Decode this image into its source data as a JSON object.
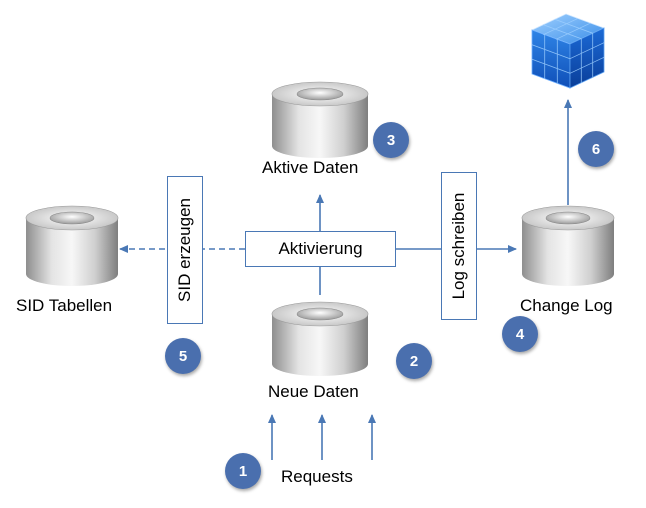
{
  "stores": {
    "sid_tables": "SID Tabellen",
    "active_data": "Aktive Daten",
    "new_data": "Neue Daten",
    "change_log": "Change Log"
  },
  "process": {
    "activation": "Aktivierung",
    "sid_generate": "SID erzeugen",
    "write_log": "Log schreiben"
  },
  "requests_label": "Requests",
  "steps": [
    "1",
    "2",
    "3",
    "4",
    "5",
    "6"
  ],
  "colors": {
    "arrow": "#4a78b5",
    "badge": "#4a6fae",
    "cube": "#2a7be0"
  },
  "icons": {
    "database": "database-cylinder-icon",
    "cube": "infocube-icon"
  }
}
